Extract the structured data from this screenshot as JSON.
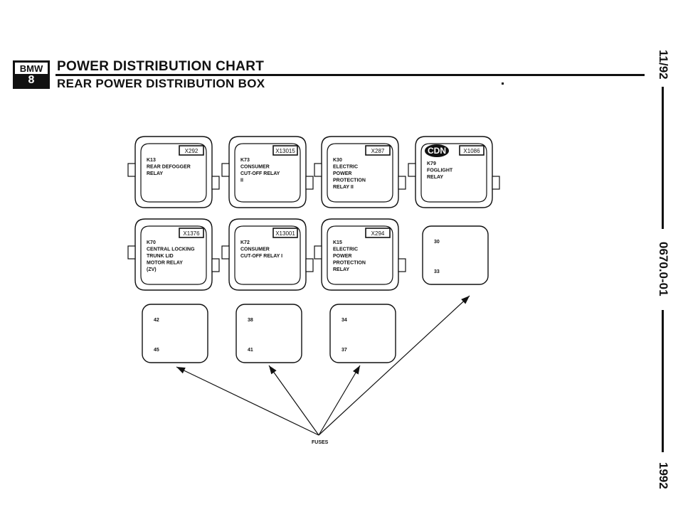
{
  "header": {
    "logo_top": "BMW",
    "logo_bottom": "8",
    "title": "POWER DISTRIBUTION CHART",
    "subtitle": "REAR POWER DISTRIBUTION BOX"
  },
  "side": {
    "date": "11/92",
    "doc_number": "0670.0-01",
    "year": "1992"
  },
  "relays": [
    {
      "id": "X292",
      "lines": [
        "K13",
        "REAR DEFOGGER",
        "RELAY"
      ]
    },
    {
      "id": "X13015",
      "lines": [
        "K73",
        "CONSUMER",
        "CUT-OFF RELAY",
        "II"
      ]
    },
    {
      "id": "X287",
      "lines": [
        "K30",
        "ELECTRIC",
        "POWER",
        "PROTECTION",
        "RELAY II"
      ]
    },
    {
      "id": "X1086",
      "badge": "CDN",
      "lines": [
        "K79",
        "FOGLIGHT",
        "RELAY"
      ]
    },
    {
      "id": "X1376",
      "lines": [
        "K70",
        "CENTRAL LOCKING",
        "TRUNK LID",
        "MOTOR RELAY",
        "(ZV)"
      ]
    },
    {
      "id": "X13001",
      "lines": [
        "K72",
        "CONSUMER",
        "CUT-OFF RELAY I"
      ]
    },
    {
      "id": "X294",
      "lines": [
        "K15",
        "ELECTRIC",
        "POWER",
        "PROTECTION",
        "RELAY"
      ]
    }
  ],
  "fuse_blocks": [
    {
      "top": "30",
      "bottom": "33"
    },
    {
      "top": "42",
      "bottom": "45"
    },
    {
      "top": "38",
      "bottom": "41"
    },
    {
      "top": "34",
      "bottom": "37"
    }
  ],
  "fuses_label": "FUSES"
}
